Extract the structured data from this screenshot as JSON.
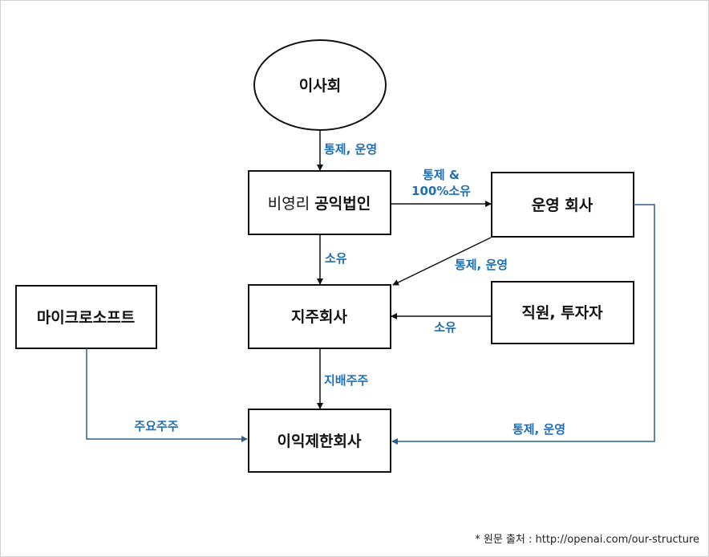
{
  "nodes": {
    "board": "이사회",
    "nonprofit_prefix": "비영리",
    "nonprofit_main": "공익법인",
    "operating_company": "운영 회사",
    "holding_company": "지주회사",
    "employees_investors": "직원, 투자자",
    "microsoft": "마이크로소프트",
    "capped_profit": "이익제한회사"
  },
  "edges": {
    "board_to_nonprofit": "통제, 운영",
    "nonprofit_to_operating_line1": "통제 &",
    "nonprofit_to_operating_line2": "100%소유",
    "nonprofit_to_holding": "소유",
    "operating_to_holding": "통제, 운영",
    "employees_to_holding": "소유",
    "holding_to_capped": "지배주주",
    "microsoft_to_capped": "주요주주",
    "operating_to_capped": "통제, 운영"
  },
  "source_note": "* 원문 출처 : http://openai.com/our-structure",
  "colors": {
    "label": "#1f6fb5",
    "blue_line": "#2e5f8a",
    "line": "#111111"
  }
}
